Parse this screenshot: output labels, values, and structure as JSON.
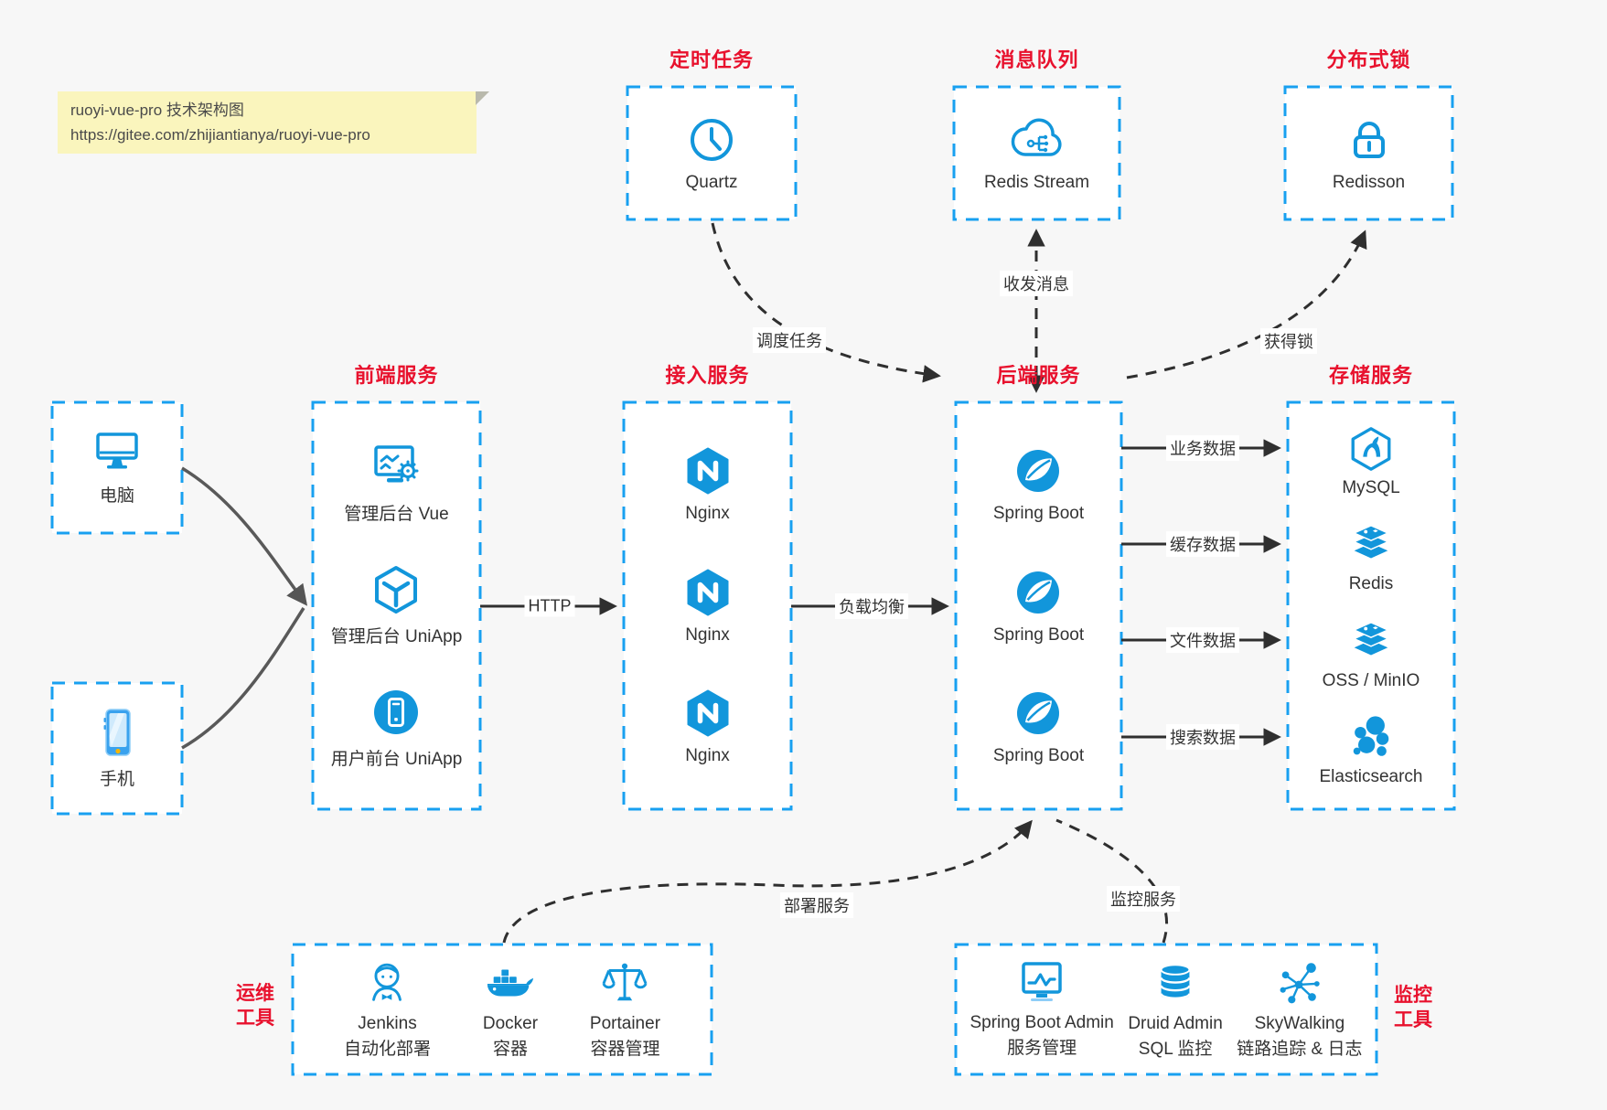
{
  "note": {
    "line1": "ruoyi-vue-pro 技术架构图",
    "line2": "https://gitee.com/zhijiantianya/ruoyi-vue-pro"
  },
  "colors": {
    "background": "#f7f7f7",
    "box_border_blue": "#18a0f0",
    "icon_blue": "#1296db",
    "title_red": "#e8112d",
    "note_background": "#faf5bd",
    "connector_dark": "#2f2f2f",
    "connector_gray": "#595959"
  },
  "clients": {
    "pc": "电脑",
    "phone": "手机"
  },
  "groups": {
    "scheduler": {
      "title": "定时任务",
      "item": "Quartz"
    },
    "mq": {
      "title": "消息队列",
      "item": "Redis Stream"
    },
    "lock": {
      "title": "分布式锁",
      "item": "Redisson"
    },
    "frontend": {
      "title": "前端服务",
      "items": [
        "管理后台 Vue",
        "管理后台 UniApp",
        "用户前台 UniApp"
      ]
    },
    "gateway": {
      "title": "接入服务",
      "items": [
        "Nginx",
        "Nginx",
        "Nginx"
      ]
    },
    "backend": {
      "title": "后端服务",
      "items": [
        "Spring Boot",
        "Spring Boot",
        "Spring Boot"
      ]
    },
    "storage": {
      "title": "存储服务",
      "items": [
        "MySQL",
        "Redis",
        "OSS / MinIO",
        "Elasticsearch"
      ]
    },
    "ops": {
      "label_line1": "运维",
      "label_line2": "工具",
      "items": [
        {
          "name": "Jenkins",
          "desc": "自动化部署"
        },
        {
          "name": "Docker",
          "desc": "容器"
        },
        {
          "name": "Portainer",
          "desc": "容器管理"
        }
      ]
    },
    "monitoring": {
      "label_line1": "监控",
      "label_line2": "工具",
      "items": [
        {
          "name": "Spring Boot Admin",
          "desc": "服务管理"
        },
        {
          "name": "Druid Admin",
          "desc": "SQL 监控"
        },
        {
          "name": "SkyWalking",
          "desc": "链路追踪 & 日志"
        }
      ]
    }
  },
  "edges": {
    "http": "HTTP",
    "load_balance": "负载均衡",
    "business_data": "业务数据",
    "cache_data": "缓存数据",
    "file_data": "文件数据",
    "search_data": "搜索数据",
    "schedule_task": "调度任务",
    "send_receive_message": "收发消息",
    "acquire_lock": "获得锁",
    "deploy_service": "部署服务",
    "monitor_service": "监控服务"
  }
}
